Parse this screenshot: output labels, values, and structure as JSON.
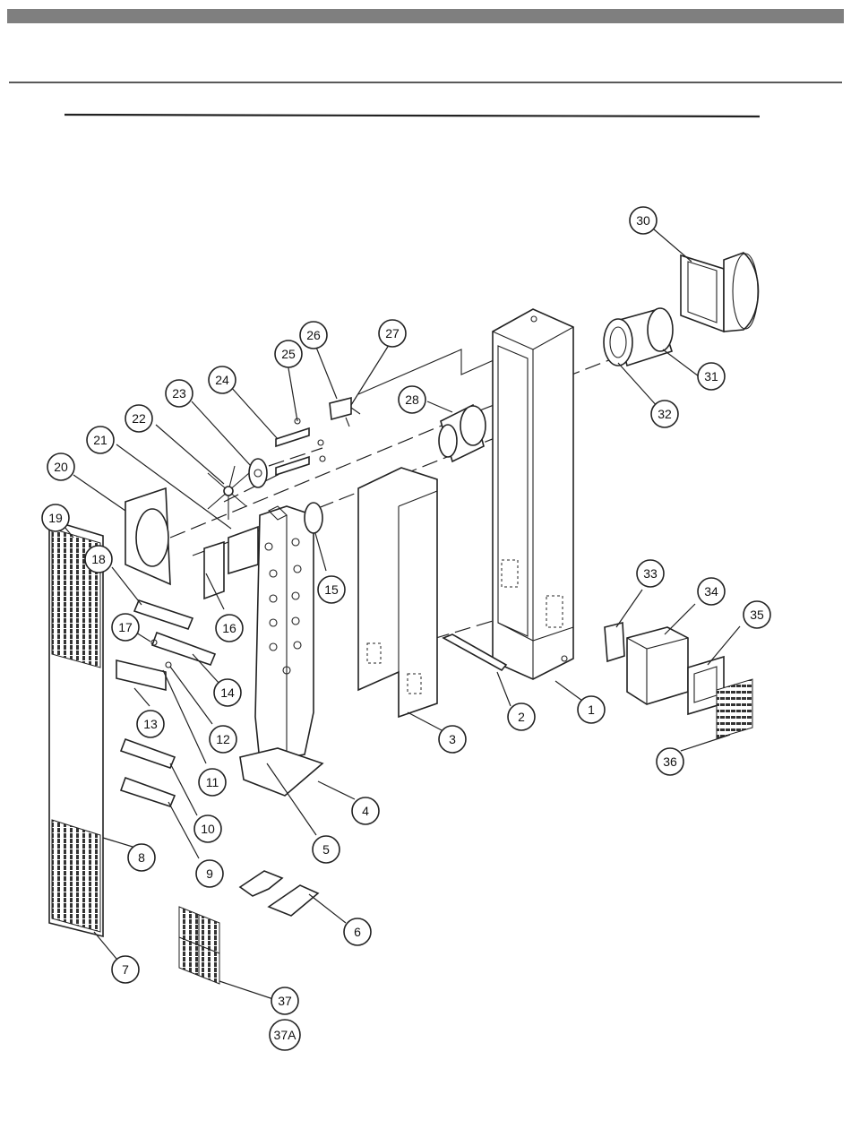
{
  "header": {
    "bar_color": "#7f7f7f",
    "rule_color": "#222222"
  },
  "callouts": [
    "30",
    "31",
    "32",
    "28",
    "27",
    "26",
    "25",
    "24",
    "23",
    "22",
    "21",
    "20",
    "19",
    "18",
    "17",
    "16",
    "15",
    "14",
    "13",
    "12",
    "11",
    "10",
    "9",
    "8",
    "7",
    "1",
    "2",
    "3",
    "4",
    "5",
    "6",
    "33",
    "34",
    "35",
    "36",
    "37",
    "37A"
  ]
}
